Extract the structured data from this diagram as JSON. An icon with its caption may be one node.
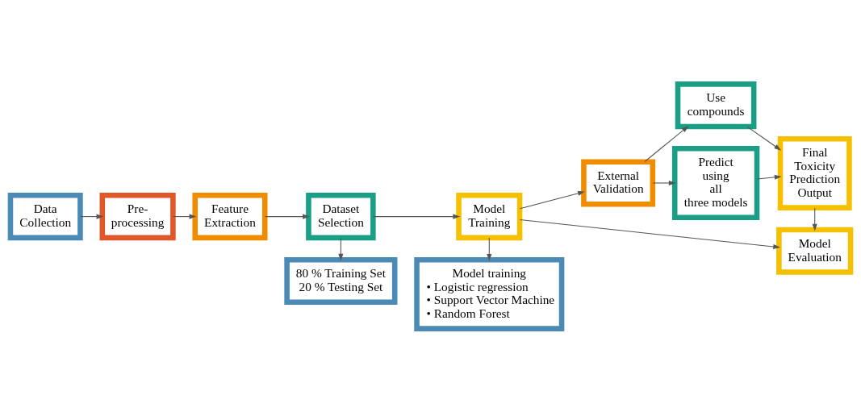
{
  "diagram": {
    "nodes": [
      {
        "text": [
          "Model training",
          "• Logistic regression",
          "• Support Vector Machine",
          "• Random Forest"
        ]
      },
      {
        "text": [
          "Use compounds"
        ]
      },
      {
        "text": [
          "Data Collection"
        ]
      },
      {
        "text": [
          "Pre- processing"
        ]
      },
      {
        "text": [
          "Feature Extraction"
        ]
      },
      {
        "text": [
          "Dataset Selection"
        ]
      },
      {
        "text": [
          "Model Training"
        ]
      },
      {
        "text": [
          "External Validation"
        ]
      },
      {
        "text": [
          "Final Toxicity Prediction Output"
        ]
      },
      {
        "text": [
          "Predict using all three models"
        ]
      },
      {
        "text": [
          "80 % Training Set 20 % Testing Set"
        ]
      },
      {
        "text": [
          "Model Evaluation"
        ]
      }
    ],
    "edges": [
      {
        "from": 2,
        "to": 3,
        "arrow": "to"
      },
      {
        "from": 3,
        "to": 4,
        "arrow": "to"
      },
      {
        "from": 4,
        "to": 5,
        "arrow": "to"
      },
      {
        "from": 5,
        "to": 6,
        "arrow": "to"
      },
      {
        "from": 6,
        "to": 7,
        "arrow": "to"
      },
      {
        "from": 6,
        "to": 0,
        "arrow": "to"
      },
      {
        "from": 5,
        "to": 10,
        "arrow": "to"
      },
      {
        "from": 7,
        "to": 1,
        "arrow": "to"
      },
      {
        "from": 7,
        "to": 9,
        "arrow": "to"
      },
      {
        "from": 1,
        "to": 8,
        "arrow": "to"
      },
      {
        "from": 9,
        "to": 8,
        "arrow": "to"
      },
      {
        "from": 8,
        "to": 11,
        "arrow": "to"
      },
      {
        "from": 6,
        "to": 11,
        "arrow": "to"
      }
    ]
  }
}
